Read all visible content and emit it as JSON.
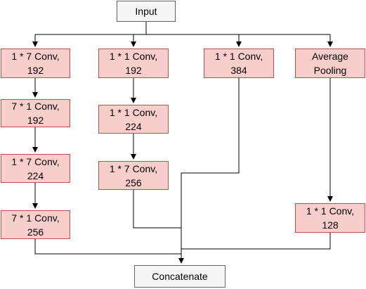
{
  "diagram": {
    "input_label": "Input",
    "output_label": "Concatenate",
    "branch1": {
      "step1": "1 * 7 Conv,\n192",
      "step2": "7 * 1 Conv,\n192",
      "step3": "1 * 7 Conv,\n224",
      "step4": "7 * 1 Conv,\n256"
    },
    "branch2": {
      "step1": "1 * 1 Conv,\n192",
      "step2": "1 * 1 Conv,\n224",
      "step3": "1 * 7 Conv,\n256"
    },
    "branch3": {
      "step1": "1 * 1 Conv,\n384"
    },
    "branch4": {
      "step1": "Average\nPooling",
      "step2": "1 * 1 Conv,\n128"
    }
  },
  "colors": {
    "conv_fill": "#f8cecc",
    "conv_border": "#b85450",
    "io_fill": "#f5f5f5",
    "io_border": "#666666",
    "line": "#000000"
  }
}
